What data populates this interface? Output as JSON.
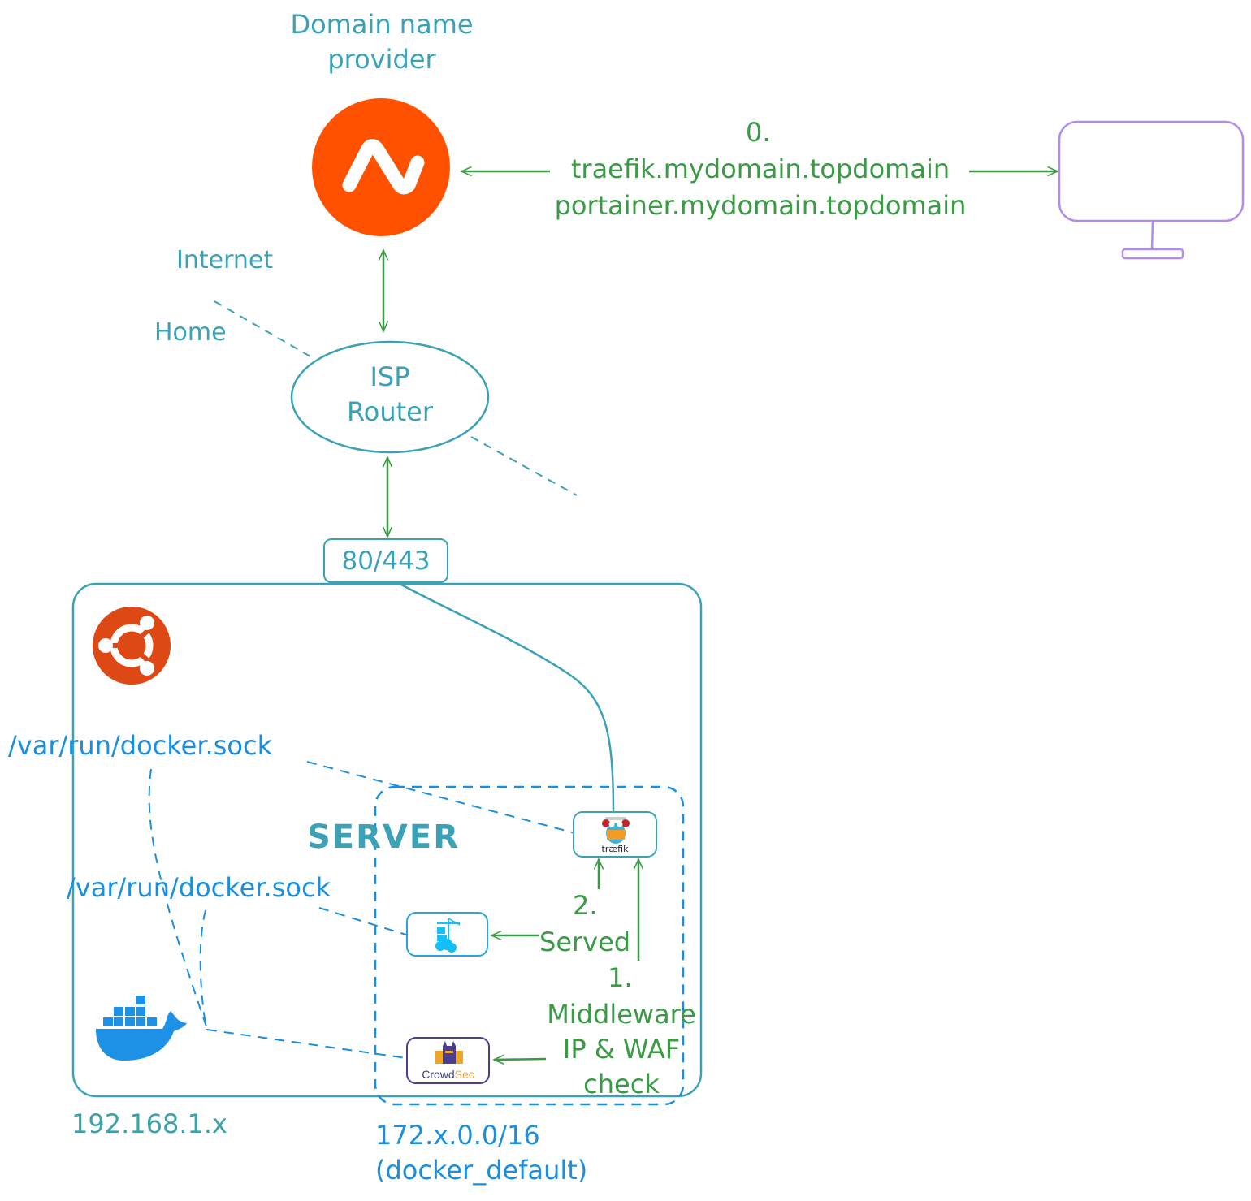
{
  "colors": {
    "teal": "#3ba1b6",
    "green": "#3a9a46",
    "blue": "#1a8fe0",
    "namecheap_orange": "#ff5100",
    "ubuntu_orange": "#dd4814",
    "docker_blue": "#1d91e6",
    "monitor_purple": "#b18cf0",
    "crowdsec_purple": "#4a3f8f"
  },
  "dns": {
    "title_line1": "Domain name",
    "title_line2": "provider",
    "icon": "namecheap-logo"
  },
  "client": {
    "icon": "monitor-icon"
  },
  "request": {
    "step": "0.",
    "domain1": "traefik.mydomain.topdomain",
    "domain2": "portainer.mydomain.topdomain"
  },
  "zones": {
    "internet": "Internet",
    "home": "Home"
  },
  "router": {
    "line1": "ISP",
    "line2": "Router"
  },
  "ports": {
    "label": "80/443"
  },
  "server": {
    "title": "SERVER",
    "os_icon": "ubuntu-logo",
    "runtime_icon": "docker-logo",
    "ip": "192.168.1.x",
    "socket_path_1": "/var/run/docker.sock",
    "socket_path_2": "/var/run/docker.sock"
  },
  "docker_network": {
    "subnet": "172.x.0.0/16",
    "name": "(docker_default)"
  },
  "services": {
    "traefik": {
      "label": "træfik",
      "icon": "traefik-gopher-logo"
    },
    "portainer": {
      "icon": "portainer-logo"
    },
    "crowdsec": {
      "label_a": "Crowd",
      "label_b": "Sec",
      "icon": "crowdsec-logo"
    }
  },
  "flow": {
    "step2_num": "2.",
    "step2_label": "Served",
    "step1_num": "1.",
    "step1_line1": "Middleware",
    "step1_line2": "IP & WAF",
    "step1_line3": "check"
  }
}
